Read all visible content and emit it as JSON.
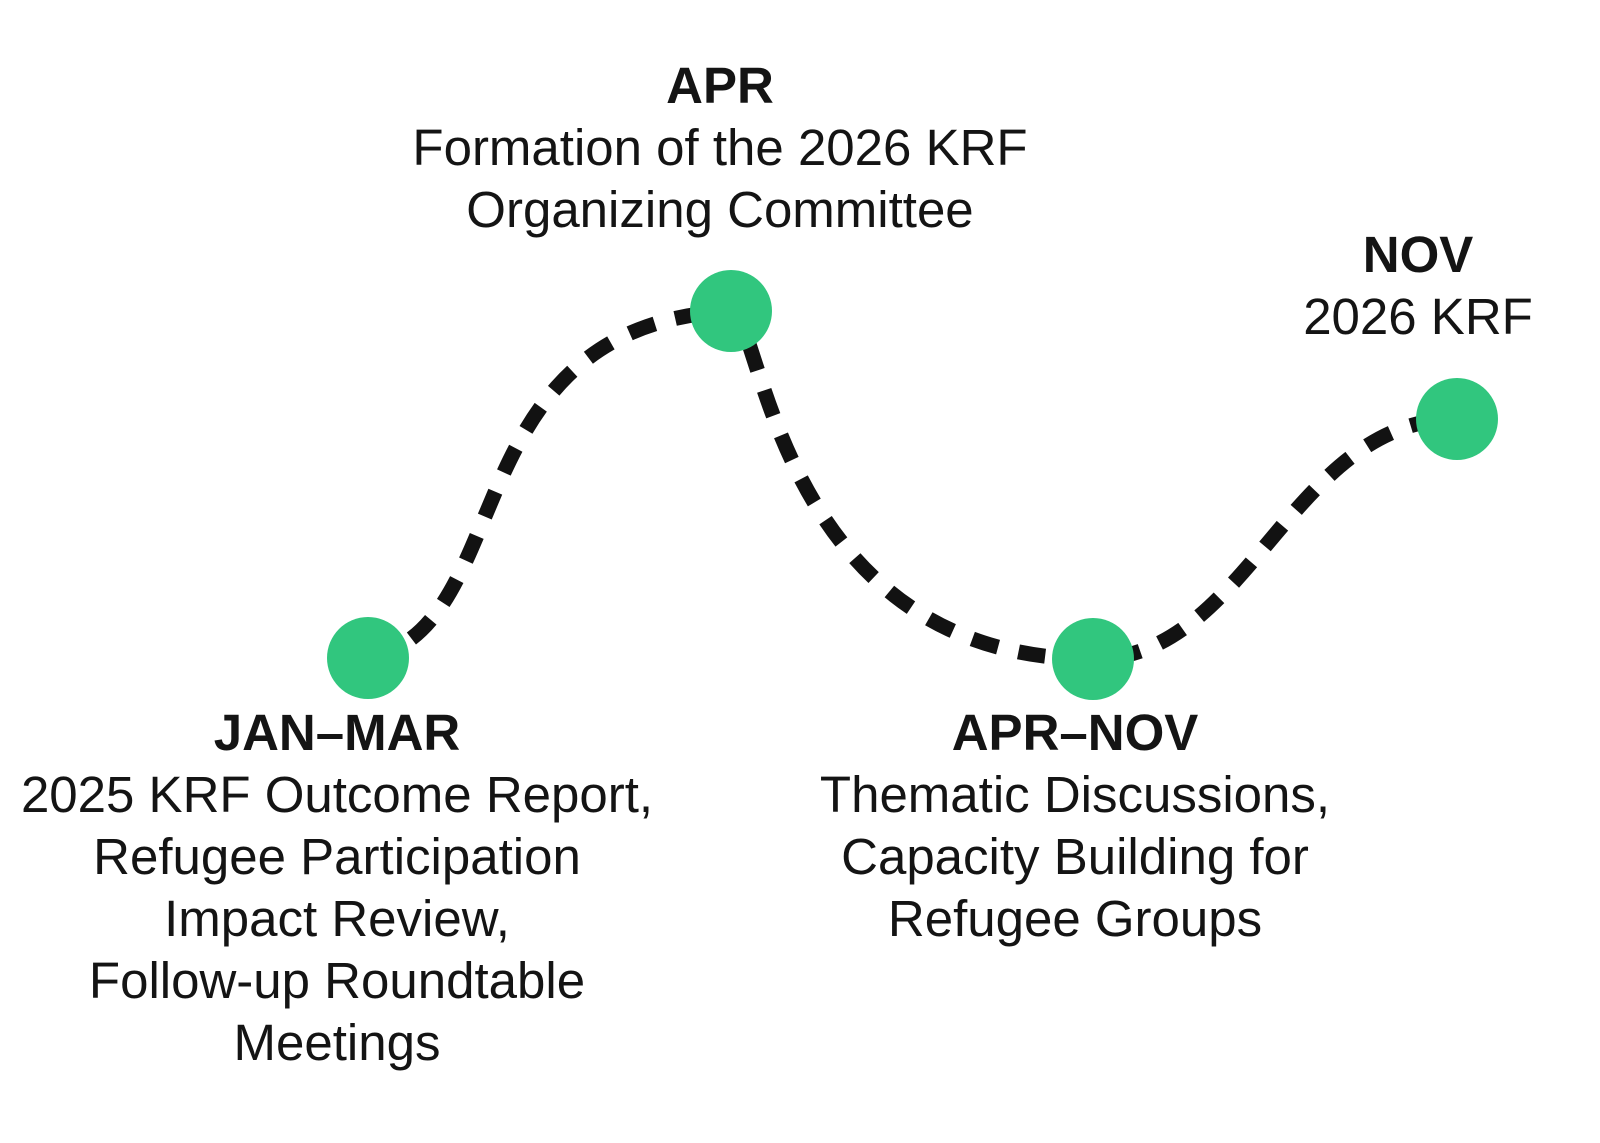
{
  "colors": {
    "node_fill": "#31C67E",
    "path_stroke": "#121212",
    "text": "#141414",
    "background": "#FFFFFF"
  },
  "timeline": {
    "milestones": [
      {
        "period": "JAN–MAR",
        "description_lines": [
          "2025 KRF Outcome Report,",
          "Refugee Participation",
          "Impact Review,",
          "Follow-up Roundtable",
          "Meetings"
        ]
      },
      {
        "period": "APR",
        "description_lines": [
          "Formation of the 2026 KRF",
          "Organizing Committee"
        ]
      },
      {
        "period": "APR–NOV",
        "description_lines": [
          "Thematic Discussions,",
          "Capacity Building for",
          "Refugee Groups"
        ]
      },
      {
        "period": "NOV",
        "description_lines": [
          "2026 KRF"
        ]
      }
    ]
  }
}
